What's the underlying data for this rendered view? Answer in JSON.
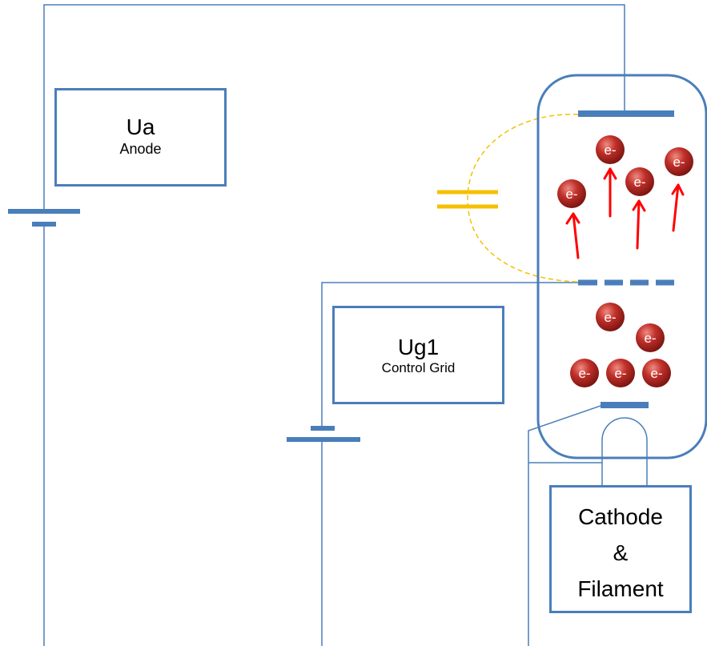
{
  "supplies": {
    "anode": {
      "symbol": "Ua",
      "name": "Anode"
    },
    "grid": {
      "symbol": "Ug1",
      "name": "Control Grid"
    },
    "cathode": {
      "line1": "Cathode",
      "line2": "&",
      "line3": "Filament"
    }
  },
  "electron_label": "e-",
  "colors": {
    "wire": "#4a7ebb",
    "capacitor": "#f5c000",
    "electron": "#c0302a",
    "arrow": "#ff0000"
  }
}
